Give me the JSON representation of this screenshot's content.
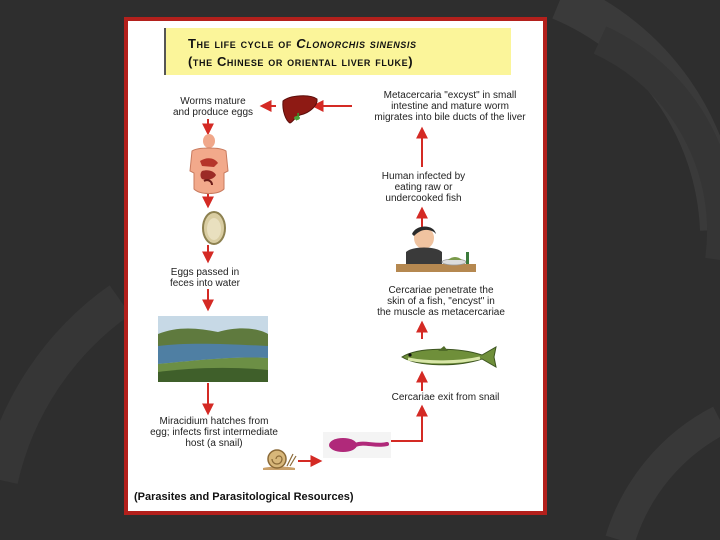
{
  "title": {
    "line1_prefix": "The life cycle of ",
    "line1_species": "Clonorchis sinensis",
    "line2": "(the Chinese or oriental liver fluke)"
  },
  "steps": {
    "worms_mature": "Worms mature\nand produce eggs",
    "eggs_passed": "Eggs passed in\nfeces into water",
    "miracidium": "Miracidium hatches from\negg; infects first intermediate\nhost (a snail)",
    "cercariae_exit": "Cercariae exit from snail",
    "cercariae_penetrate": "Cercariae penetrate the\nskin of a fish, \"encyst\" in\nthe muscle as metacercariae",
    "human_infected": "Human infected by\neating raw or\nundercooked fish",
    "metacercaria": "Metacercaria \"excyst\" in small\nintestine and mature worm\nmigrates into bile ducts of the liver"
  },
  "credit": "(Parasites and Parasitological Resources)",
  "colors": {
    "frame": "#b3201c",
    "title_bg": "#fbf59a",
    "arrow": "#d42a24",
    "slide_bg": "#2e2e2e"
  },
  "icons": [
    "liver-icon",
    "human-torso-icon",
    "egg-icon",
    "river-landscape-icon",
    "snail-icon",
    "cercaria-icon",
    "fish-icon",
    "person-eating-icon"
  ]
}
